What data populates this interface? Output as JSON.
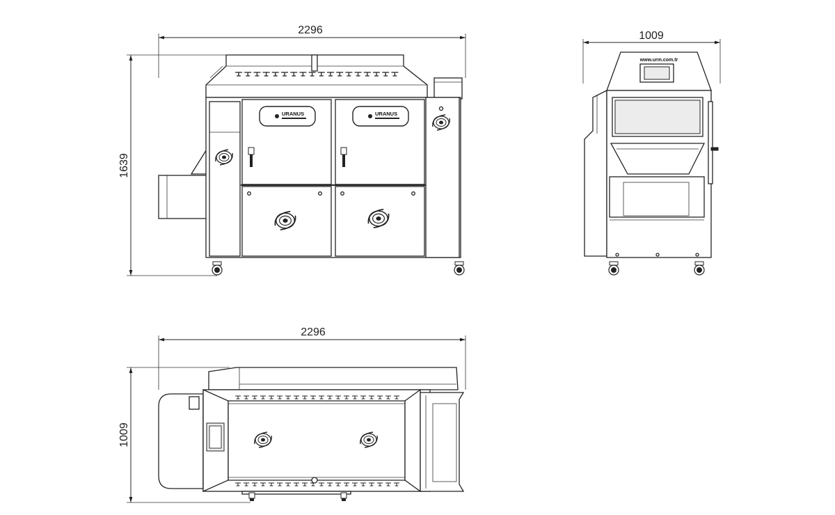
{
  "drawing": {
    "front_view": {
      "width_dimension": "2296",
      "height_dimension": "1639",
      "logo_text": "URANUS"
    },
    "side_view": {
      "width_dimension": "1009",
      "url_text": "www.urm.com.tr"
    },
    "top_view": {
      "width_dimension": "2296",
      "depth_dimension": "1009"
    }
  }
}
